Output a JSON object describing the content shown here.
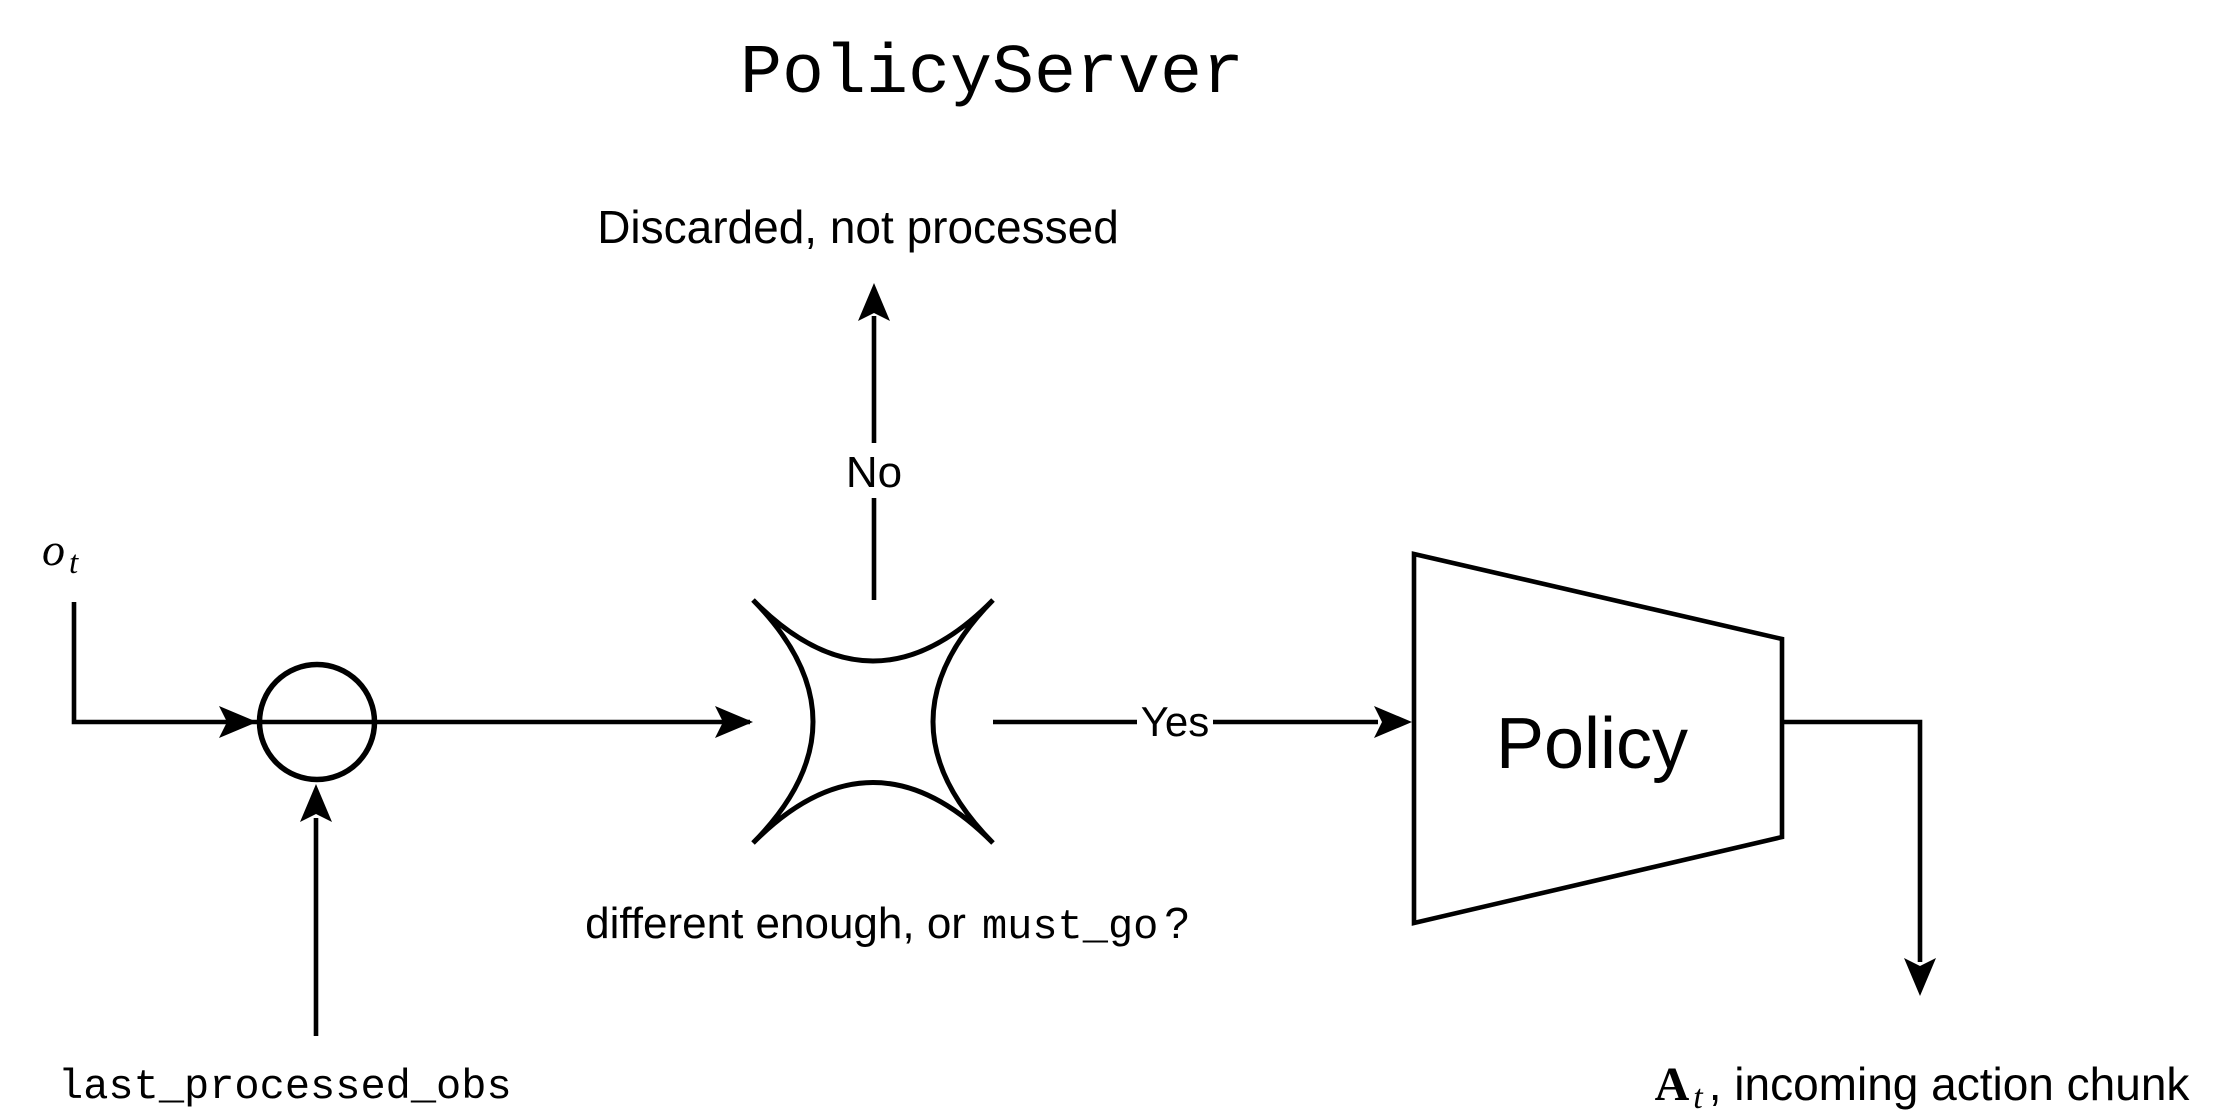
{
  "diagram": {
    "title": "PolicyServer",
    "labels": {
      "discarded": "Discarded, not processed",
      "no": "No",
      "yes": "Yes",
      "observation": {
        "symbol": "o",
        "subscript": "t"
      },
      "last_processed_obs": "last_processed_obs",
      "condition": {
        "prefix": "different enough, or",
        "code": "must_go",
        "suffix": "?"
      },
      "policy": "Policy",
      "action": {
        "symbol": "A",
        "subscript": "t",
        "suffix": ", incoming action chunk"
      }
    },
    "colors": {
      "ink": "#000000",
      "background": "#ffffff"
    }
  }
}
